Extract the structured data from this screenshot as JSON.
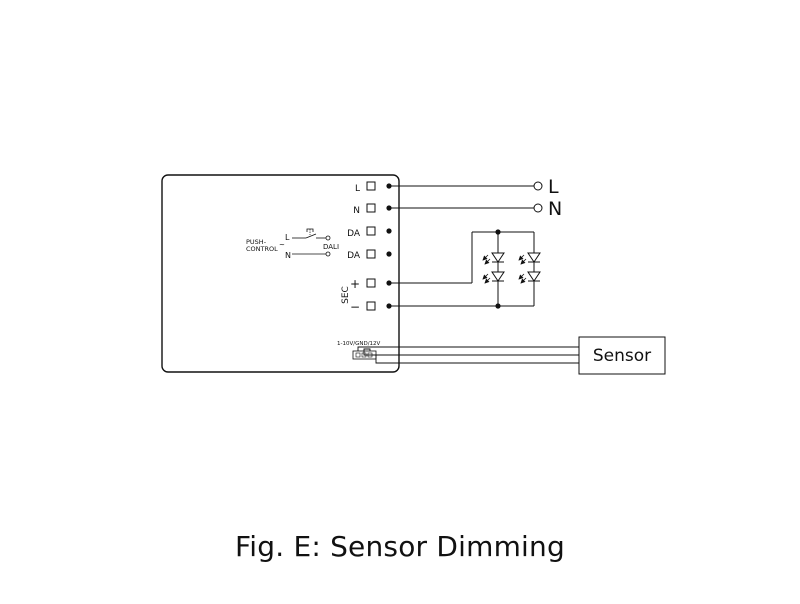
{
  "caption": "Fig. E: Sensor Dimming",
  "driver": {
    "terminals": [
      "L",
      "N",
      "DA",
      "DA",
      "+",
      "−"
    ],
    "sec_label": "SEC",
    "connector_label": "1-10V/GND/12V",
    "push_control_line1": "PUSH-",
    "push_control_line2": "CONTROL",
    "switch_l": "L",
    "switch_n": "N",
    "tilde": "~",
    "dali": "DALI"
  },
  "mains": {
    "l_label": "L",
    "n_label": "N"
  },
  "sensor": {
    "label": "Sensor"
  }
}
